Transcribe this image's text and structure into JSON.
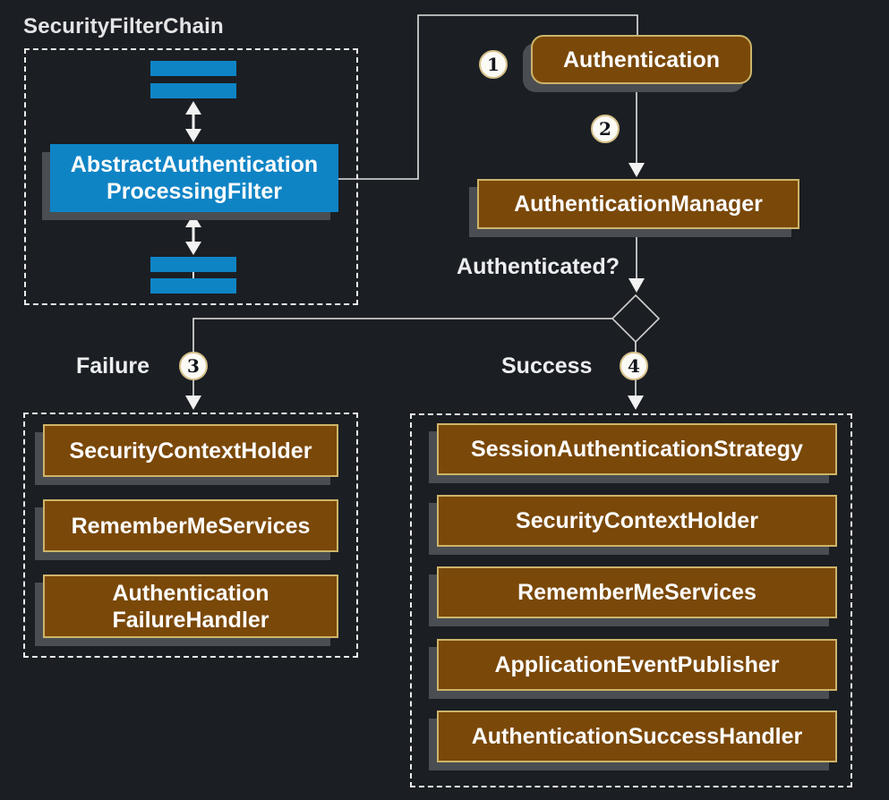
{
  "security_filter_chain": {
    "title": "SecurityFilterChain",
    "filter_lines": [
      "AbstractAuthentication",
      "ProcessingFilter"
    ]
  },
  "flow": {
    "authentication": "Authentication",
    "authentication_manager": "AuthenticationManager",
    "decision_question": "Authenticated?"
  },
  "steps": [
    "1",
    "2",
    "3",
    "4"
  ],
  "failure_branch": {
    "label": "Failure",
    "items": [
      {
        "lines": [
          "SecurityContextHolder"
        ]
      },
      {
        "lines": [
          "RememberMeServices"
        ]
      },
      {
        "lines": [
          "Authentication",
          "FailureHandler"
        ]
      }
    ]
  },
  "success_branch": {
    "label": "Success",
    "items": [
      {
        "lines": [
          "SessionAuthenticationStrategy"
        ]
      },
      {
        "lines": [
          "SecurityContextHolder"
        ]
      },
      {
        "lines": [
          "RememberMeServices"
        ]
      },
      {
        "lines": [
          "ApplicationEventPublisher"
        ]
      },
      {
        "lines": [
          "AuthenticationSuccessHandler"
        ]
      }
    ]
  },
  "colors": {
    "background": "#1b1e23",
    "node_fill": "#7a4808",
    "node_border": "#cdb469",
    "filter_blue": "#0f84c5",
    "shadow_gray": "#4a4e53",
    "connector": "#e3e3e3",
    "dashed_border": "#ececec",
    "text": "#fcfcfc"
  }
}
